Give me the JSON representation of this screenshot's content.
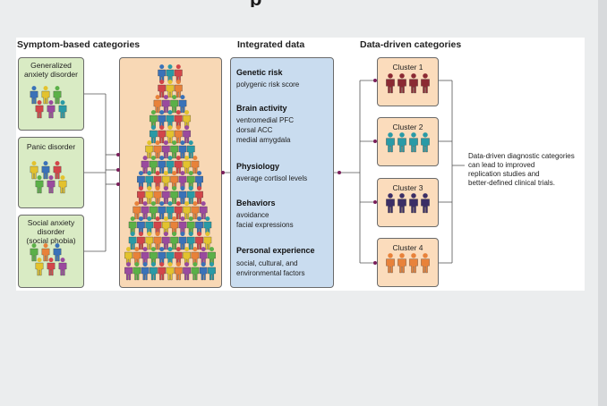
{
  "headers": {
    "symptom": "Symptom-based categories",
    "integrated": "Integrated data",
    "data_driven": "Data-driven categories"
  },
  "symptom_boxes": [
    {
      "label_lines": [
        "Generalized",
        "anxiety disorder"
      ]
    },
    {
      "label_lines": [
        "Panic disorder"
      ]
    },
    {
      "label_lines": [
        "Social anxiety",
        "disorder",
        "(social phobia)"
      ]
    }
  ],
  "integrated_groups": [
    {
      "title": "Genetic risk",
      "items": [
        "polygenic risk score"
      ]
    },
    {
      "title": "Brain activity",
      "items": [
        "ventromedial PFC",
        "dorsal ACC",
        "medial amygdala"
      ]
    },
    {
      "title": "Physiology",
      "items": [
        "average cortisol levels"
      ]
    },
    {
      "title": "Behaviors",
      "items": [
        "avoidance",
        "facial expressions"
      ]
    },
    {
      "title": "Personal experience",
      "items": [
        "social, cultural, and",
        "environmental factors"
      ]
    }
  ],
  "clusters": [
    {
      "label": "Cluster 1",
      "color": "#8b2a33"
    },
    {
      "label": "Cluster 2",
      "color": "#2a9aa6"
    },
    {
      "label": "Cluster 3",
      "color": "#3b2e66"
    },
    {
      "label": "Cluster 4",
      "color": "#e8823a"
    }
  ],
  "note_lines": [
    "Data-driven diagnostic categories",
    "can lead to improved",
    "replication studies and",
    "better-defined clinical trials."
  ],
  "colors": {
    "symptom_fill": "#d9ebc4",
    "population_fill": "#f8d8b5",
    "integrated_fill": "#c9dcef",
    "cluster_fill": "#fbdcbc",
    "connector_dot": "#7a1e5a",
    "figure_palette": [
      "#3a72b8",
      "#e3c22e",
      "#5bb048",
      "#d2464a",
      "#9a4a9e",
      "#2a9aa6",
      "#e8823a",
      "#8b2a33",
      "#3b2e66"
    ]
  }
}
